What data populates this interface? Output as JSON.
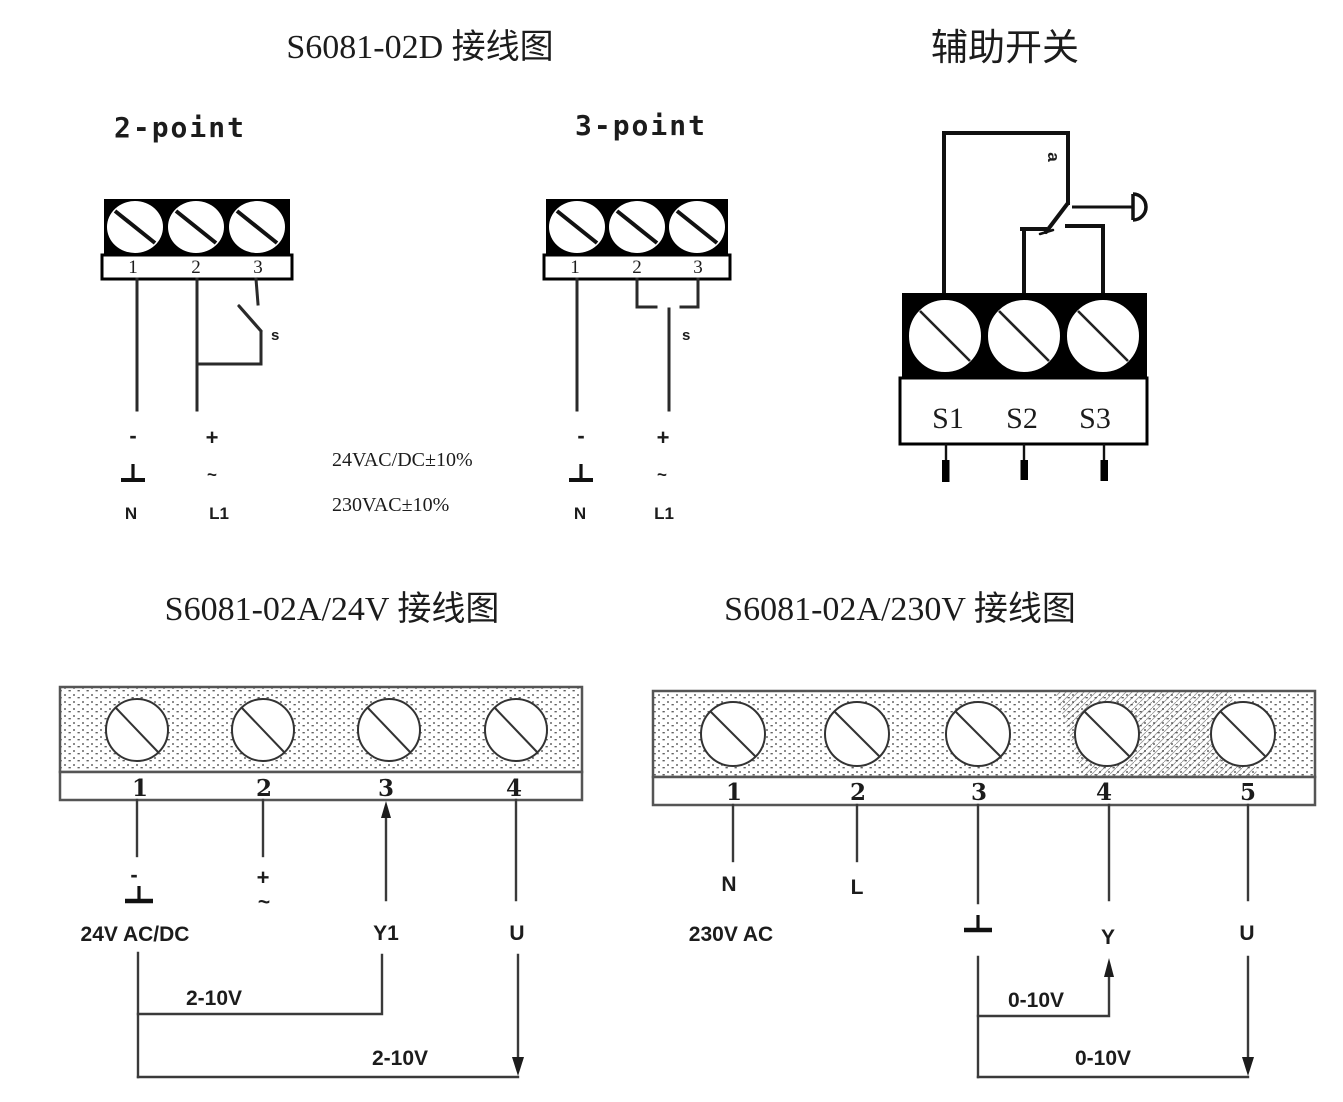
{
  "diagrams": {
    "s6081_02d": {
      "title": "S6081-02D 接线图",
      "two_point": {
        "label": "2-point",
        "terminals": [
          "1",
          "2",
          "3"
        ],
        "switch_label": "s",
        "minus": "-",
        "plus": "+",
        "tilde": "~",
        "neutral": "N",
        "line": "L1"
      },
      "three_point": {
        "label": "3-point",
        "terminals": [
          "1",
          "2",
          "3"
        ],
        "switch_label": "s",
        "minus": "-",
        "plus": "+",
        "tilde": "~",
        "neutral": "N",
        "line": "L1"
      },
      "supply_note_1": "24VAC/DC±10%",
      "supply_note_2": "230VAC±10%"
    },
    "aux_switch": {
      "title": "辅助开关",
      "cam_label": "a",
      "terminals": [
        "S1",
        "S2",
        "S3"
      ]
    },
    "s6081_02a_24v": {
      "title": "S6081-02A/24V 接线图",
      "terminals": [
        "1",
        "2",
        "3",
        "4"
      ],
      "minus": "-",
      "plus": "+",
      "tilde": "~",
      "supply": "24V AC/DC",
      "input": "Y1",
      "output": "U",
      "input_range": "2-10V",
      "output_range": "2-10V"
    },
    "s6081_02a_230v": {
      "title": "S6081-02A/230V 接线图",
      "terminals": [
        "1",
        "2",
        "3",
        "4",
        "5"
      ],
      "neutral": "N",
      "line": "L",
      "supply": "230V AC",
      "input": "Y",
      "output": "U",
      "input_range": "0-10V",
      "output_range": "0-10V"
    }
  },
  "colors": {
    "ink": "#1c1c1c",
    "block_fill": "#000000",
    "strip_border": "#555555",
    "background": "#ffffff"
  }
}
